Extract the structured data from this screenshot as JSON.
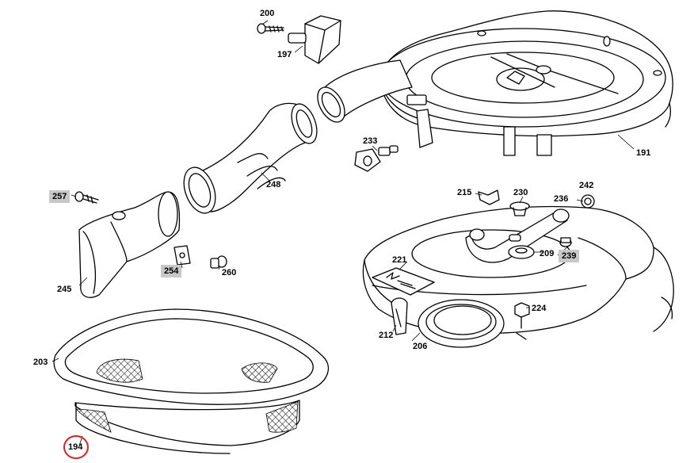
{
  "parts": [
    {
      "id": "200",
      "label": "200",
      "highlighted": false
    },
    {
      "id": "197",
      "label": "197",
      "highlighted": false
    },
    {
      "id": "191",
      "label": "191",
      "highlighted": false
    },
    {
      "id": "233",
      "label": "233",
      "highlighted": false
    },
    {
      "id": "248",
      "label": "248",
      "highlighted": false
    },
    {
      "id": "257",
      "label": "257",
      "highlighted": true
    },
    {
      "id": "215",
      "label": "215",
      "highlighted": false
    },
    {
      "id": "230",
      "label": "230",
      "highlighted": false
    },
    {
      "id": "236",
      "label": "236",
      "highlighted": false
    },
    {
      "id": "242",
      "label": "242",
      "highlighted": false
    },
    {
      "id": "245",
      "label": "245",
      "highlighted": false
    },
    {
      "id": "254",
      "label": "254",
      "highlighted": true
    },
    {
      "id": "260",
      "label": "260",
      "highlighted": false
    },
    {
      "id": "221",
      "label": "221",
      "highlighted": false
    },
    {
      "id": "209",
      "label": "209",
      "highlighted": false
    },
    {
      "id": "239",
      "label": "239",
      "highlighted": true
    },
    {
      "id": "224",
      "label": "224",
      "highlighted": false
    },
    {
      "id": "212",
      "label": "212",
      "highlighted": false
    },
    {
      "id": "206",
      "label": "206",
      "highlighted": false
    },
    {
      "id": "203",
      "label": "203",
      "highlighted": false
    },
    {
      "id": "194",
      "label": "194",
      "highlighted": false,
      "circled": true
    }
  ],
  "colors": {
    "highlight": "#c8c8c8",
    "circle": "#e0201c",
    "line": "#000000"
  }
}
